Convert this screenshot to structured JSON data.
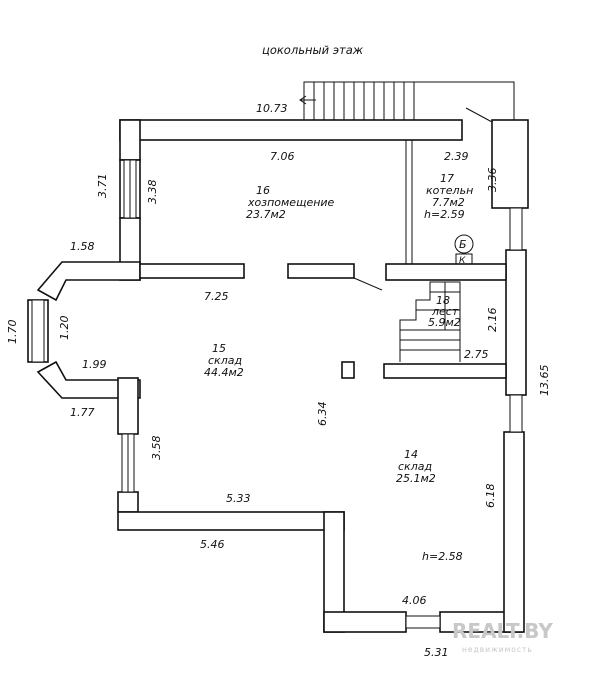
{
  "title": "цокольный этаж",
  "rooms": [
    {
      "number": "16",
      "name": "хозпомещение",
      "area": "23.7м2"
    },
    {
      "number": "17",
      "name": "котельн",
      "area": "7.7м2",
      "height": "h=2.59"
    },
    {
      "number": "18",
      "name": "лест",
      "area": "5.9м2"
    },
    {
      "number": "15",
      "name": "склад",
      "area": "44.4м2"
    },
    {
      "number": "14",
      "name": "склад",
      "area": "25.1м2",
      "height": "h=2.58"
    }
  ],
  "dimensions": {
    "top_outer": "10.73",
    "room16_width": "7.06",
    "boiler_width": "2.39",
    "left_upper": "3.71",
    "room16_depth": "3.38",
    "boiler_depth": "3.36",
    "bay_top": "1.58",
    "bay_outer": "1.70",
    "bay_inner": "1.20",
    "bay_mid": "1.99",
    "bay_bottom": "1.77",
    "room15_top": "7.25",
    "stair_depth": "2.16",
    "stair_width": "2.75",
    "right_outer": "13.65",
    "left_lower": "3.58",
    "partition": "6.34",
    "room14_depth": "6.18",
    "room15_bottom": "5.33",
    "bottom_left_outer": "5.46",
    "room14_width": "4.06",
    "bottom_right_outer": "5.31"
  },
  "markers": {
    "circle": "Б",
    "box": "К"
  },
  "watermark": {
    "brand": "REALT.BY",
    "sub": "недвижимость"
  }
}
